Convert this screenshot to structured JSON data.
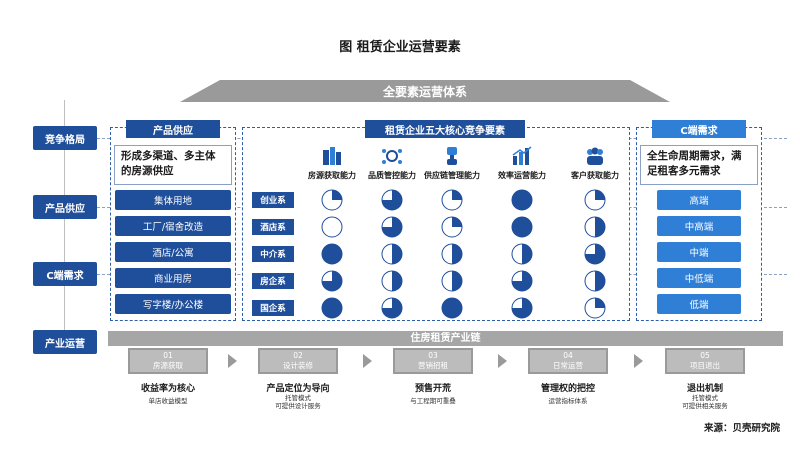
{
  "title": "图 租赁企业运营要素",
  "roof": "全要素运营体系",
  "side_labels": [
    "竞争格局",
    "产品供应",
    "C端需求",
    "产业运营"
  ],
  "supply": {
    "header": "产品供应",
    "intro": "形成多渠道、多主体的房源供应",
    "items": [
      "集体用地",
      "工厂/宿舍改造",
      "酒店/公寓",
      "商业用房",
      "写字楼/办公楼"
    ]
  },
  "core": {
    "header": "租赁企业五大核心竞争要素",
    "capabilities": [
      {
        "label": "房源获取能力",
        "icon": "building-icon"
      },
      {
        "label": "品质管控能力",
        "icon": "gear-network-icon"
      },
      {
        "label": "供应链管理能力",
        "icon": "chain-icon"
      },
      {
        "label": "效率运营能力",
        "icon": "bar-chart-icon"
      },
      {
        "label": "客户获取能力",
        "icon": "people-icon"
      }
    ],
    "rows": [
      "创业系",
      "酒店系",
      "中介系",
      "房企系",
      "国企系"
    ],
    "ratings": [
      [
        0.25,
        0.75,
        0.25,
        1.0,
        0.25
      ],
      [
        0.0,
        0.75,
        0.25,
        1.0,
        0.5
      ],
      [
        1.0,
        0.5,
        0.5,
        0.5,
        0.75
      ],
      [
        0.75,
        0.5,
        0.5,
        0.75,
        0.5
      ],
      [
        1.0,
        0.75,
        1.0,
        0.75,
        0.25
      ]
    ]
  },
  "demand": {
    "header": "C端需求",
    "intro": "全生命周期需求，满足租客多元需求",
    "items": [
      "高端",
      "中高端",
      "中端",
      "中低端",
      "低端"
    ]
  },
  "chain": {
    "bar_label": "住房租赁产业链",
    "stages": [
      {
        "num": "01",
        "name": "房源获取",
        "title": "收益率为核心",
        "sub": [
          "单店收益模型"
        ]
      },
      {
        "num": "02",
        "name": "设计装修",
        "title": "产品定位为导向",
        "sub": [
          "托管模式",
          "可提供设计服务"
        ]
      },
      {
        "num": "03",
        "name": "营销招租",
        "title": "预售开荒",
        "sub": [
          "与工程期可重叠"
        ]
      },
      {
        "num": "04",
        "name": "日常运营",
        "title": "管理权的把控",
        "sub": [
          "运营指标体系"
        ]
      },
      {
        "num": "05",
        "name": "项目退出",
        "title": "退出机制",
        "sub": [
          "托管模式",
          "可提供相关服务"
        ]
      }
    ]
  },
  "source": "来源：贝壳研究院",
  "colors": {
    "primary": "#1f4e9a",
    "accent": "#2f7fd6",
    "gray": "#9a9a9a"
  }
}
